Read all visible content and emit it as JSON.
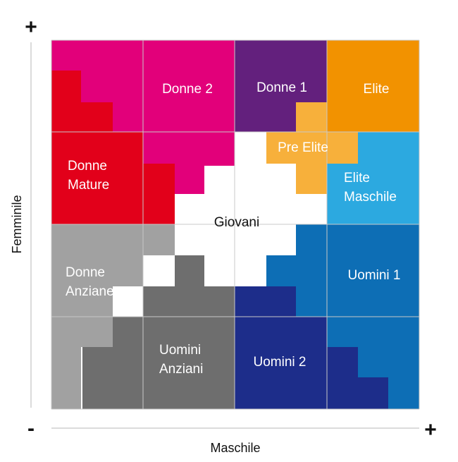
{
  "axes": {
    "y_label": "Femminile",
    "x_label": "Maschile",
    "y_plus": "+",
    "origin_minus": "-",
    "x_plus": "+"
  },
  "regions": [
    {
      "id": "donne-2",
      "label": [
        "Donne 2"
      ],
      "color": "#e2007a"
    },
    {
      "id": "donne-1",
      "label": [
        "Donne 1"
      ],
      "color": "#63207d"
    },
    {
      "id": "elite",
      "label": [
        "Elite"
      ],
      "color": "#f29200"
    },
    {
      "id": "pre-elite",
      "label": [
        "Pre Elite"
      ],
      "color": "#f7b03b"
    },
    {
      "id": "donne-mature",
      "label": [
        "Donne",
        "Mature"
      ],
      "color": "#e2001a"
    },
    {
      "id": "elite-maschile",
      "label": [
        "Elite",
        "Maschile"
      ],
      "color": "#2ca9e0"
    },
    {
      "id": "giovani",
      "label": [
        "Giovani"
      ],
      "color": "#ffffff"
    },
    {
      "id": "donne-anziane",
      "label": [
        "Donne",
        "Anziane"
      ],
      "color": "#a1a1a1"
    },
    {
      "id": "uomini-1",
      "label": [
        "Uomini 1"
      ],
      "color": "#0d6eb5"
    },
    {
      "id": "uomini-anziani",
      "label": [
        "Uomini",
        "Anziani"
      ],
      "color": "#6e6e6e"
    },
    {
      "id": "uomini-2",
      "label": [
        "Uomini 2"
      ],
      "color": "#1d2d8a"
    }
  ],
  "grid_color": "#c8c8c8"
}
